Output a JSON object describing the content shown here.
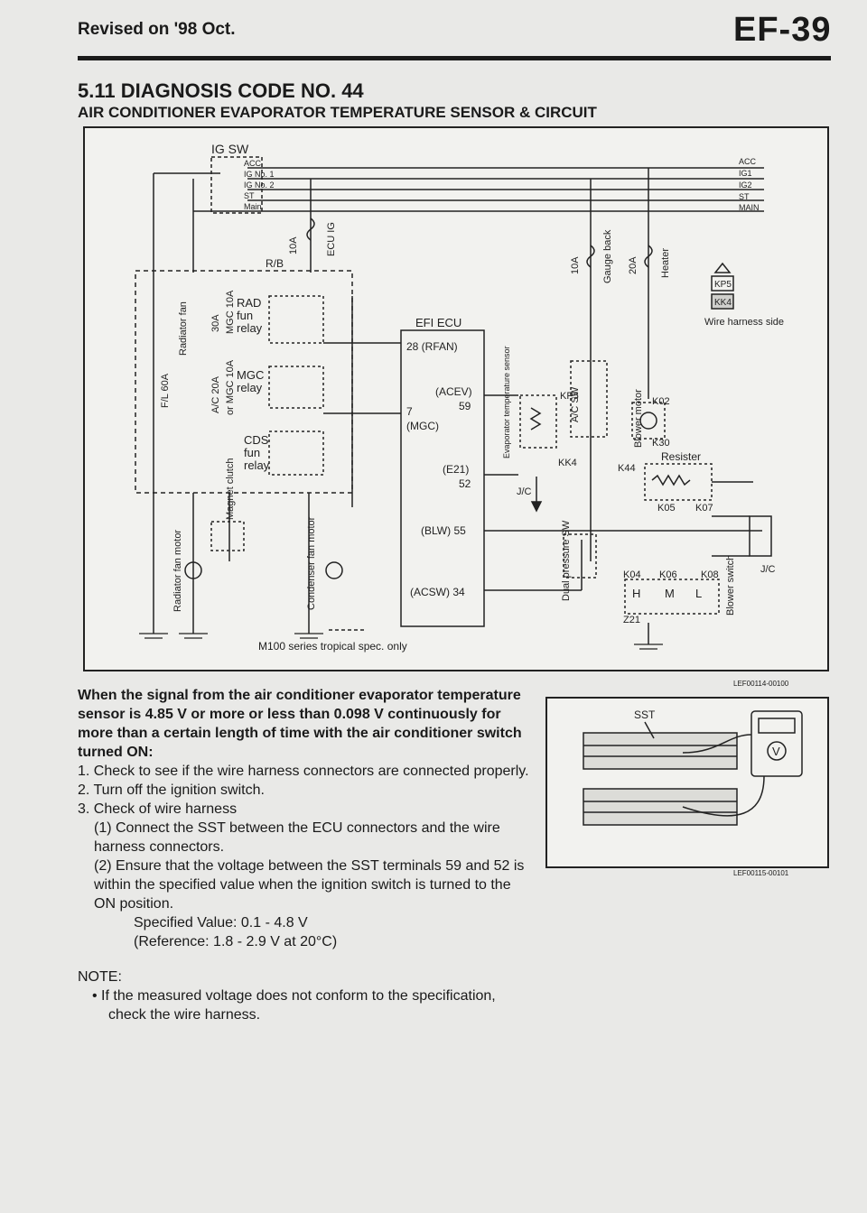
{
  "header": {
    "revised": "Revised on '98 Oct.",
    "page": "EF-39"
  },
  "title": "5.11 DIAGNOSIS CODE NO. 44",
  "subtitle": "AIR CONDITIONER EVAPORATOR TEMPERATURE SENSOR & CIRCUIT",
  "diagram": {
    "ig_sw": "IG SW",
    "ig_left": [
      "ACC",
      "IG No. 1",
      "IG No. 2",
      "ST",
      "Main"
    ],
    "ig_right": [
      "ACC",
      "IG1",
      "IG2",
      "ST",
      "MAIN"
    ],
    "fuse_ecu_a": "10A",
    "fuse_ecu_b": "ECU IG",
    "fuse_gauge_a": "10A",
    "fuse_gauge_b": "Gauge back",
    "fuse_heater_a": "20A",
    "fuse_heater_b": "Heater",
    "rb": "R/B",
    "radiator_fan_fuse": "Radiator fan",
    "fuse_30a": "30A",
    "mgc_fuse": "MGC 10A",
    "fl_fuse": "F/L 60A",
    "ac_fuse": "A/C 20A",
    "or_mgc": "or MGC 10A",
    "rad_relay": [
      "RAD",
      "fun",
      "relay"
    ],
    "mgc_relay": [
      "MGC",
      "relay"
    ],
    "cds_relay": [
      "CDS",
      "fun",
      "relay"
    ],
    "magnet_clutch": "Magnet clutch",
    "radiator_fan_motor": "Radiator fan motor",
    "condenser_fan_motor": "Condenser fan motor",
    "ecu_title": "EFI ECU",
    "ecu_pins": [
      "28 (RFAN)",
      "(ACEV)",
      "59",
      "7",
      "(MGC)",
      "(E21)",
      "52",
      "(BLW) 55",
      "(ACSW) 34"
    ],
    "kp5": "KP5",
    "kk4": "KK4",
    "evap_sensor": "Evaporator temperature sensor",
    "jc": "J/C",
    "ac_sw": "A/C SW",
    "dual_pressure": "Dual pressure SW",
    "blower_motor": "Blower motor",
    "k02": "K02",
    "k30": "K30",
    "k44": "K44",
    "resister": "Resister",
    "k05": "K05",
    "k07": "K07",
    "k04": "K04",
    "k06": "K06",
    "k08": "K08",
    "jc2": "J/C",
    "hml": [
      "H",
      "M",
      "L"
    ],
    "blower_switch": "Blower switch",
    "z21": "Z21",
    "legend_kp5": "KP5",
    "legend_kk4": "KK4",
    "wire_harness_side": "Wire harness side",
    "m100": "M100 series tropical spec. only",
    "code": "LEF00114-00100"
  },
  "sst_figure": {
    "sst_label": "SST",
    "meter_label": "V",
    "code": "LEF00115-00101"
  },
  "body": {
    "lead": "When the signal from the air conditioner evaporator temperature sensor is 4.85 V or more or less than 0.098 V continuously for more than a certain length of time with the air conditioner switch turned ON:",
    "step1": "1.  Check to see if the wire harness connectors are connected properly.",
    "step2": "2.  Turn off the ignition switch.",
    "step3": "3.  Check of wire harness",
    "sub1": "(1) Connect the SST between the ECU connectors and the wire harness connectors.",
    "sub2": "(2) Ensure that the voltage between the SST terminals 59 and 52 is within the specified value when the ignition switch is turned to the ON position.",
    "spec": "Specified Value:   0.1 - 4.8 V",
    "ref": "(Reference:    1.8 - 2.9 V at 20°C)",
    "note_title": "NOTE:",
    "note_text": "If the measured voltage does not conform to the specification, check the wire harness."
  }
}
